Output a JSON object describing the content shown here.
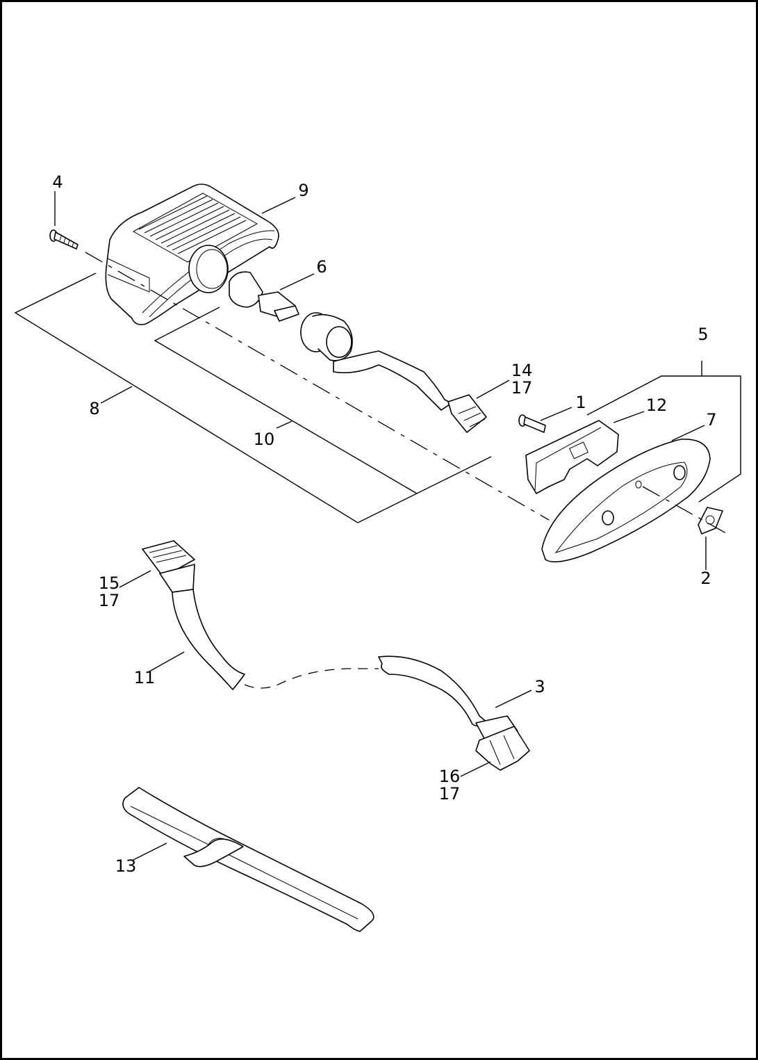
{
  "diagram": {
    "callouts": {
      "c1": "1",
      "c2": "2",
      "c3": "3",
      "c4": "4",
      "c5": "5",
      "c6": "6",
      "c7": "7",
      "c8": "8",
      "c9": "9",
      "c10": "10",
      "c11": "11",
      "c12": "12",
      "c13": "13",
      "c14": "14",
      "c14b": "17",
      "c15": "15",
      "c15b": "17",
      "c16": "16",
      "c16b": "17"
    }
  }
}
